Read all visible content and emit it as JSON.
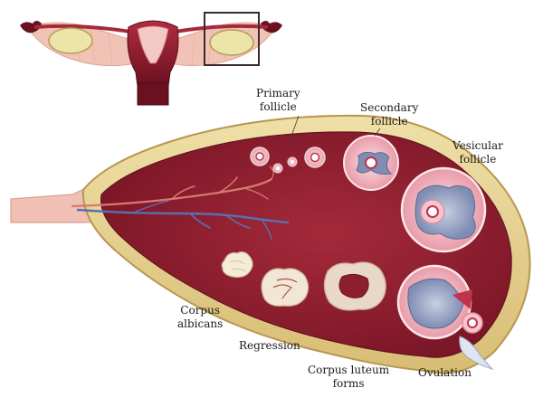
{
  "labels": {
    "primary_follicle": [
      "Primary",
      "follicle"
    ],
    "secondary_follicle": [
      "Secondary",
      "follicle"
    ],
    "vesicular_follicle": [
      "Vesicular",
      "follicle"
    ],
    "corpus_albicans": [
      "Corpus",
      "albicans"
    ],
    "regression": "Regression",
    "corpus_luteum_forms": [
      "Corpus luteum",
      "forms"
    ],
    "ovulation": "Ovulation"
  },
  "colors": {
    "ovary_outer": "#e3cf8c",
    "ovary_rim": "#c9a85a",
    "ovary_interior": "#8c1e2e",
    "ovary_interior_dark": "#6e1422",
    "uterus": "#8c1e2e",
    "tube": "#f0c0b4",
    "ligament": "#e8a898",
    "follicle_fluid": "#f4c7d0",
    "vesicular_antrum": "#9aa6c4",
    "oocyte": "#ffffff",
    "oocyte_ring": "#c0334a",
    "corpus_albicans": "#f5ecd8",
    "corpus_luteum": "#e9d7c7",
    "vein": "#5b6fb0",
    "artery": "#d67a72",
    "highlight_box": "#3a2a2a"
  }
}
